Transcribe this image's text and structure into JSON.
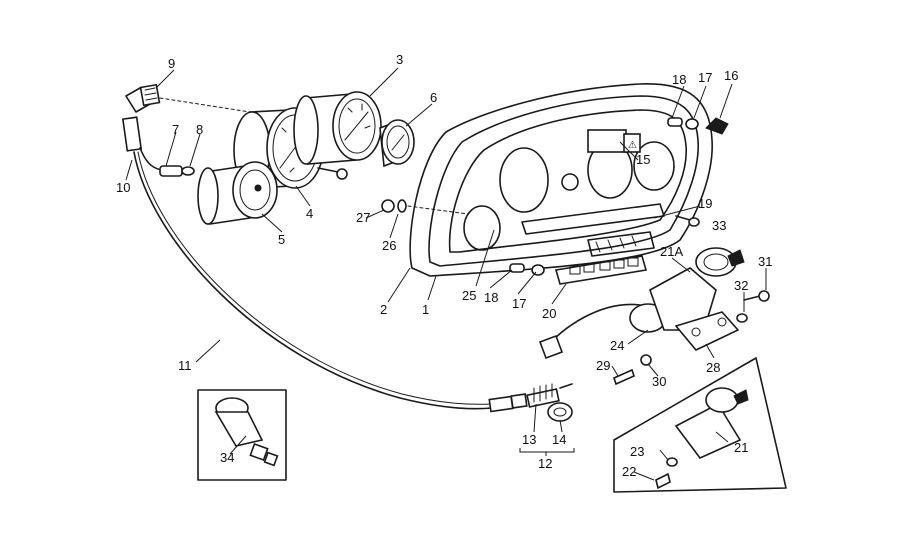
{
  "callouts": [
    {
      "id": "c9",
      "label": "9"
    },
    {
      "id": "c7",
      "label": "7"
    },
    {
      "id": "c8",
      "label": "8"
    },
    {
      "id": "c10",
      "label": "10"
    },
    {
      "id": "c3",
      "label": "3"
    },
    {
      "id": "c6",
      "label": "6"
    },
    {
      "id": "c4",
      "label": "4"
    },
    {
      "id": "c5",
      "label": "5"
    },
    {
      "id": "c27",
      "label": "27"
    },
    {
      "id": "c26",
      "label": "26"
    },
    {
      "id": "c2",
      "label": "2"
    },
    {
      "id": "c1",
      "label": "1"
    },
    {
      "id": "c25",
      "label": "25"
    },
    {
      "id": "c18a",
      "label": "18"
    },
    {
      "id": "c17a",
      "label": "17"
    },
    {
      "id": "c16",
      "label": "16"
    },
    {
      "id": "c15",
      "label": "15"
    },
    {
      "id": "c19",
      "label": "19"
    },
    {
      "id": "c33",
      "label": "33"
    },
    {
      "id": "c18b",
      "label": "18"
    },
    {
      "id": "c17b",
      "label": "17"
    },
    {
      "id": "c20",
      "label": "20"
    },
    {
      "id": "c21A",
      "label": "21A"
    },
    {
      "id": "c31",
      "label": "31"
    },
    {
      "id": "c32",
      "label": "32"
    },
    {
      "id": "c24",
      "label": "24"
    },
    {
      "id": "c28",
      "label": "28"
    },
    {
      "id": "c29",
      "label": "29"
    },
    {
      "id": "c30",
      "label": "30"
    },
    {
      "id": "c11",
      "label": "11"
    },
    {
      "id": "c34",
      "label": "34"
    },
    {
      "id": "c13",
      "label": "13"
    },
    {
      "id": "c14",
      "label": "14"
    },
    {
      "id": "c12",
      "label": "12"
    },
    {
      "id": "c23",
      "label": "23"
    },
    {
      "id": "c21",
      "label": "21"
    },
    {
      "id": "c22",
      "label": "22"
    }
  ]
}
